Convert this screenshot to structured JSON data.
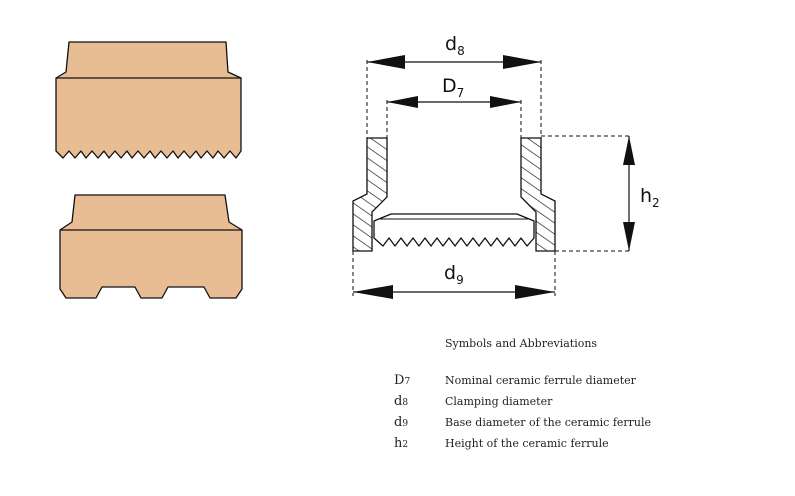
{
  "diagram": {
    "colors": {
      "ferrule_fill": "#e8bd94",
      "outline": "#111111",
      "section_fill": "#ffffff"
    },
    "dimensions": {
      "d8": {
        "letter": "d",
        "subscript": "8"
      },
      "d7": {
        "letter": "D",
        "subscript": "7"
      },
      "h2": {
        "letter": "h",
        "subscript": "2"
      },
      "d9": {
        "letter": "d",
        "subscript": "9"
      }
    }
  },
  "legend": {
    "title": "Symbols and Abbreviations",
    "items": [
      {
        "symbol": "D",
        "subscript": "7",
        "description": "Nominal ceramic ferrule diameter"
      },
      {
        "symbol": "d",
        "subscript": "8",
        "description": "Clamping diameter"
      },
      {
        "symbol": "d",
        "subscript": "9",
        "description": "Base diameter of the ceramic ferrule"
      },
      {
        "symbol": "h",
        "subscript": "2",
        "description": "Height of the ceramic ferrule"
      }
    ]
  }
}
